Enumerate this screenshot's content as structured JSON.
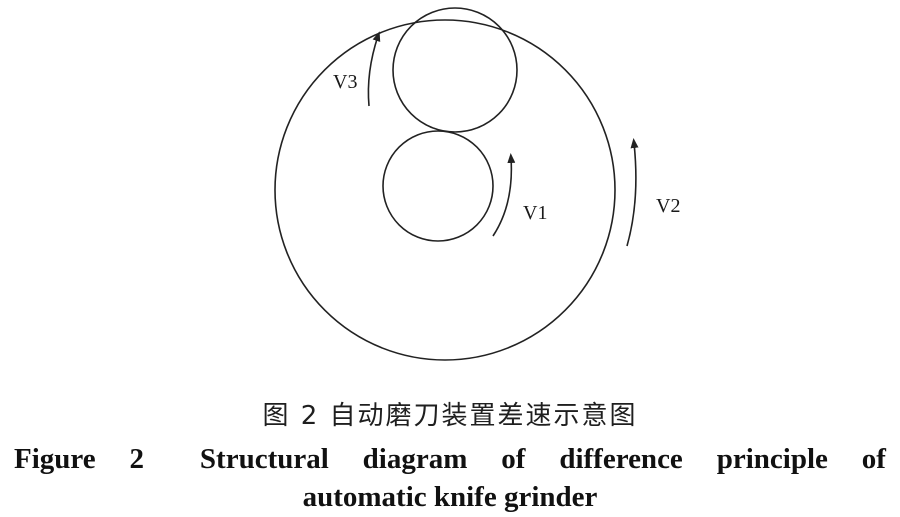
{
  "diagram": {
    "labels": {
      "v1": "V1",
      "v2": "V2",
      "v3": "V3"
    },
    "colors": {
      "stroke": "#222222",
      "text": "#1a1a1a"
    }
  },
  "caption": {
    "chinese": "图 2   自动磨刀装置差速示意图",
    "english_line1_words": [
      "Figure",
      "2",
      "Structural",
      "diagram",
      "of",
      "difference",
      "principle",
      "of"
    ],
    "english_line2": "automatic knife grinder"
  }
}
